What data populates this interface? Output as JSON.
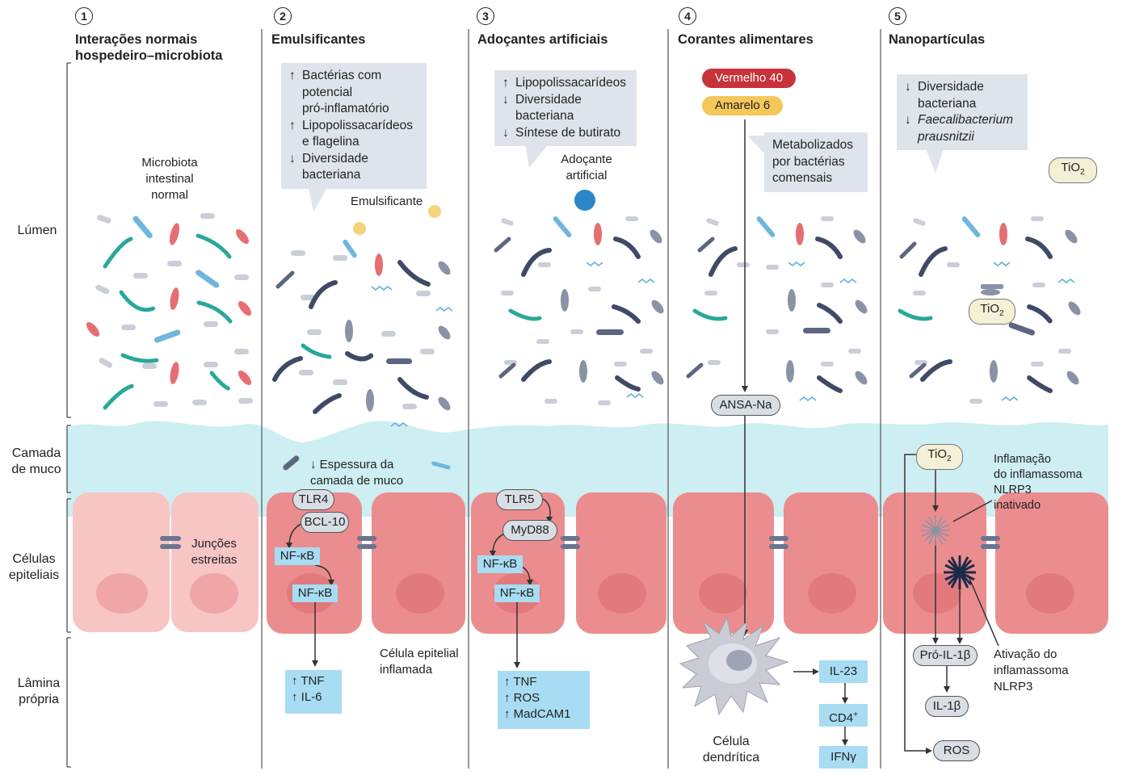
{
  "panels": [
    {
      "num": "1",
      "title_lines": [
        "Interações normais",
        "hospedeiro–microbiota"
      ]
    },
    {
      "num": "2",
      "title_lines": [
        "Emulsificantes"
      ]
    },
    {
      "num": "3",
      "title_lines": [
        "Adoçantes artificiais"
      ]
    },
    {
      "num": "4",
      "title_lines": [
        "Corantes alimentares"
      ]
    },
    {
      "num": "5",
      "title_lines": [
        "Nanopartículas"
      ]
    }
  ],
  "row_labels": {
    "lumen": [
      "Lúmen"
    ],
    "mucus": [
      "Camada",
      "de muco"
    ],
    "epithelial": [
      "Células",
      "epiteliais"
    ],
    "lamina": [
      "Lâmina",
      "própria"
    ]
  },
  "panel1": {
    "microbiota_label": [
      "Microbiota",
      "intestinal",
      "normal"
    ],
    "junction_label": [
      "Junções",
      "estreitas"
    ]
  },
  "panel2": {
    "callout": [
      {
        "arrow": "↑",
        "text": "Bactérias com"
      },
      {
        "arrow": "",
        "text": "potencial"
      },
      {
        "arrow": "",
        "text": "pró-inflamatório"
      },
      {
        "arrow": "↑",
        "text": "Lipopolissacarídeos"
      },
      {
        "arrow": "",
        "text": "e flagelina"
      },
      {
        "arrow": "↓",
        "text": "Diversidade"
      },
      {
        "arrow": "",
        "text": "bacteriana"
      }
    ],
    "emulsifier_label": "Emulsificante",
    "mucus_note": [
      "↓ Espessura da",
      "camada de muco"
    ],
    "tlr": "TLR4",
    "bcl": "BCL-10",
    "nfkb1": "NF-κB",
    "nfkb2": "NF-κB",
    "output": [
      "↑ TNF",
      "↑ IL-6"
    ],
    "inflamed_label": [
      "Célula epitelial",
      "inflamada"
    ]
  },
  "panel3": {
    "callout": [
      {
        "arrow": "↑",
        "text": "Lipopolissacarídeos"
      },
      {
        "arrow": "↓",
        "text": "Diversidade"
      },
      {
        "arrow": "",
        "text": "bacteriana"
      },
      {
        "arrow": "↓",
        "text": "Síntese de butirato"
      }
    ],
    "sweetener_label": [
      "Adoçante",
      "artificial"
    ],
    "tlr": "TLR5",
    "myd": "MyD88",
    "nfkb1": "NF-κB",
    "nfkb2": "NF-κB",
    "output": [
      "↑ TNF",
      "↑ ROS",
      "↑ MadCAM1"
    ]
  },
  "panel4": {
    "red40": "Vermelho 40",
    "yellow6": "Amarelo 6",
    "callout": [
      "Metabolizados",
      "por bactérias",
      "comensais"
    ],
    "ansa": "ANSA-Na",
    "dendritic_label": [
      "Célula",
      "dendrítica"
    ],
    "il23": "IL-23",
    "cd4": "CD4",
    "cd4_sup": "+",
    "ifn": "IFNγ"
  },
  "panel5": {
    "callout": [
      {
        "arrow": "↓",
        "text": "Diversidade",
        "italic": false
      },
      {
        "arrow": "",
        "text": "bacteriana",
        "italic": false
      },
      {
        "arrow": "↓",
        "text": "Faecalibacterium",
        "italic": true
      },
      {
        "arrow": "",
        "text": "prausnitzii",
        "italic": true
      }
    ],
    "tio_base": "TiO",
    "tio_sub": "2",
    "inactive_label": [
      "Inflamação",
      "do inflamassoma",
      "NLRP3",
      "inativado"
    ],
    "active_label": [
      "Ativação do",
      "inflamassoma",
      "NLRP3"
    ],
    "pro_il": "Pró-IL-1β",
    "il": "IL-1β",
    "ros": "ROS"
  },
  "colors": {
    "mucus": "#cdeef2",
    "cell_normal": "#f7c5c4",
    "cell_inflamed": "#eb8d8f",
    "nucleus": "#f0a6a6",
    "callout": "#dfe4ec",
    "cyan": "#a8dcf2",
    "bact_teal": "#2aa79b",
    "bact_navy": "#3f4a66",
    "bact_red": "#e56e72",
    "bact_blue": "#6fb6de",
    "bact_gray": "#c9ced8"
  }
}
